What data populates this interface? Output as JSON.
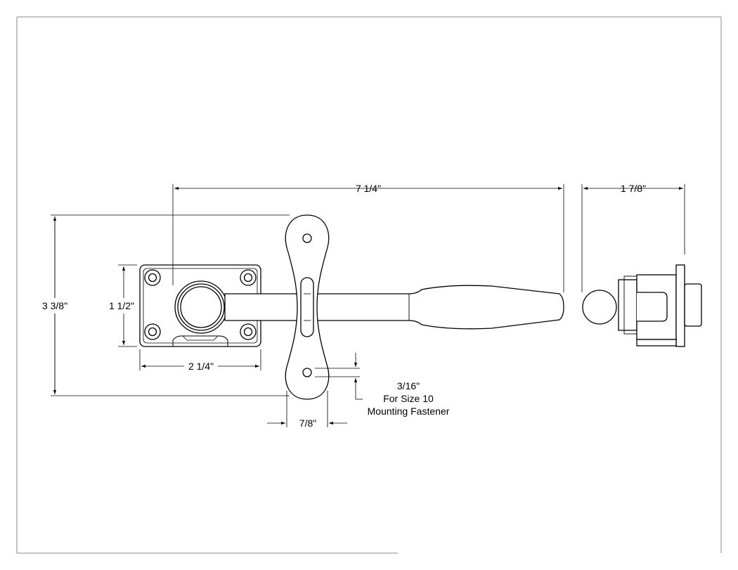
{
  "dimensions": {
    "overall_length": "7 1/4\"",
    "depth": "1 7/8\"",
    "overall_height": "3 3/8\"",
    "plate_height": "1 1/2\"",
    "plate_width": "2 1/4\"",
    "keeper_width": "7/8\""
  },
  "fastener_note": {
    "size": "3/16\"",
    "line1": "For Size 10",
    "line2": "Mounting Fastener"
  },
  "colors": {
    "line": "#000000",
    "border": "#808080",
    "background": "#ffffff"
  }
}
